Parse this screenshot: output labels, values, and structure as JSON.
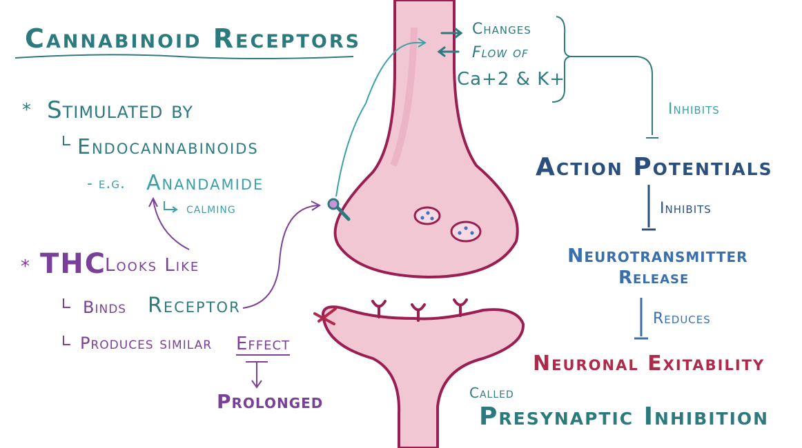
{
  "title": "Cannabinoid Receptors",
  "left": {
    "bullet1": "Stimulated by",
    "endo": "Endocannabinoids",
    "eg_prefix": "- e.g.",
    "anandamide": "Anandamide",
    "calming": "calming",
    "bullet2_thc": "THC",
    "bullet2_rest": "Looks Like",
    "binds_prefix": "Binds",
    "binds_receptor": "Receptor",
    "produces_prefix": "Produces similar",
    "produces_effect": "Effect",
    "prolonged": "Prolonged"
  },
  "right": {
    "changes": "Changes",
    "flow_of": "Flow of",
    "ions": "Ca+2 & K+",
    "inhibits1": "Inhibits",
    "action_potentials": "Action Potentials",
    "inhibits2": "Inhibits",
    "neuro1": "Neurotransmitter",
    "neuro2": "Release",
    "reduces": "Reduces",
    "neuronal": "Neuronal Exitability",
    "called": "Called",
    "presynaptic": "Presynaptic Inhibition"
  },
  "colors": {
    "teal": "#2c7a7e",
    "teal_light": "#3aa0a6",
    "navy": "#2a4f7d",
    "blue": "#3a6fae",
    "purple": "#7a3f98",
    "crimson": "#b0284a",
    "neuron_fill": "#f2c7d4",
    "neuron_outline": "#9a1e52"
  }
}
